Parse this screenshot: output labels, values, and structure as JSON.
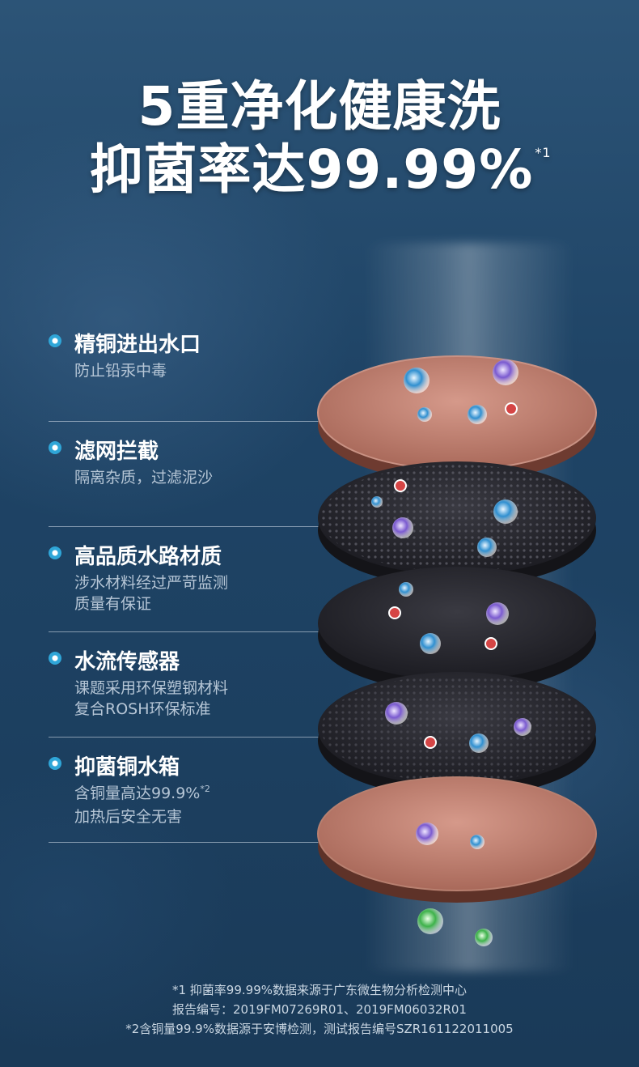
{
  "title": {
    "line1": "5重净化健康洗",
    "line2": "抑菌率达99.99%",
    "line2_mark": "*1"
  },
  "features": [
    {
      "title": "精铜进出水口",
      "desc1": "防止铅汞中毒",
      "desc2": ""
    },
    {
      "title": "滤网拦截",
      "desc1": "隔离杂质，过滤泥沙",
      "desc2": ""
    },
    {
      "title": "高品质水路材质",
      "desc1": "涉水材料经过严苛监测",
      "desc2": "质量有保证"
    },
    {
      "title": "水流传感器",
      "desc1": "课题采用环保塑钢材料",
      "desc2": "复合ROSH环保标准"
    },
    {
      "title": "抑菌铜水箱",
      "desc1": "含铜量高达99.9%",
      "desc1_mark": "*2",
      "desc2": "加热后安全无害"
    }
  ],
  "footer": {
    "note1": "*1 抑菌率99.99%数据来源于广东微生物分析检测中心",
    "note2": "报告编号：2019FM07269R01、2019FM06032R01",
    "note3": "*2含铜量99.9%数据源于安博检测，测试报告编号SZR161122011005"
  },
  "colors": {
    "copper": "#b9786a",
    "dark_disc": "#2a2a2f",
    "bullet": "#2fa6d8"
  }
}
